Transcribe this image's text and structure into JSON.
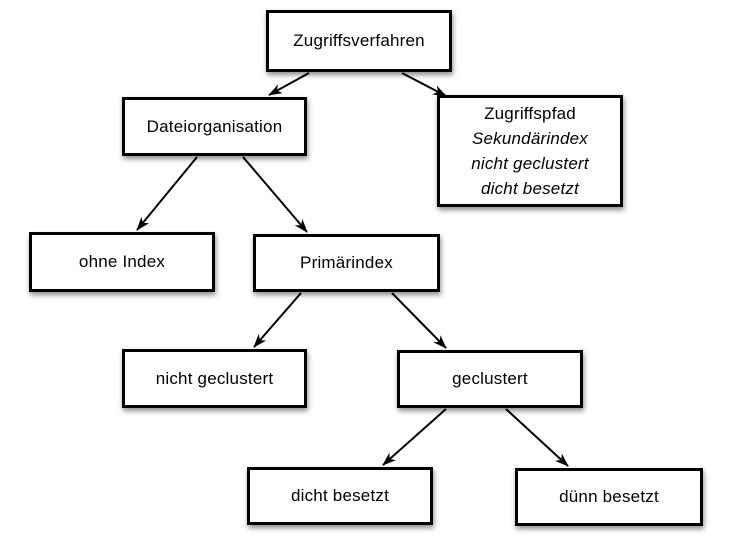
{
  "colors": {
    "background": "#ffffff",
    "node_fill": "#ffffff",
    "node_border": "#000000",
    "text": "#000000",
    "arrow": "#000000"
  },
  "nodes": {
    "zugriffsverfahren": {
      "label": "Zugriffsverfahren"
    },
    "dateiorganisation": {
      "label": "Dateiorganisation"
    },
    "zugriffspfad": {
      "lines": [
        "Zugriffspfad",
        "Sekundärindex",
        "nicht geclustert",
        "dicht besetzt"
      ]
    },
    "ohne_index": {
      "label": "ohne Index"
    },
    "primaerindex": {
      "label": "Primärindex"
    },
    "nicht_geclustert": {
      "label": "nicht geclustert"
    },
    "geclustert": {
      "label": "geclustert"
    },
    "dicht_besetzt": {
      "label": "dicht besetzt"
    },
    "duenn_besetzt": {
      "label": "dünn besetzt"
    }
  },
  "edges": [
    {
      "from": "zugriffsverfahren",
      "to": "dateiorganisation"
    },
    {
      "from": "zugriffsverfahren",
      "to": "zugriffspfad"
    },
    {
      "from": "dateiorganisation",
      "to": "ohne_index"
    },
    {
      "from": "dateiorganisation",
      "to": "primaerindex"
    },
    {
      "from": "primaerindex",
      "to": "nicht_geclustert"
    },
    {
      "from": "primaerindex",
      "to": "geclustert"
    },
    {
      "from": "geclustert",
      "to": "dicht_besetzt"
    },
    {
      "from": "geclustert",
      "to": "duenn_besetzt"
    }
  ]
}
